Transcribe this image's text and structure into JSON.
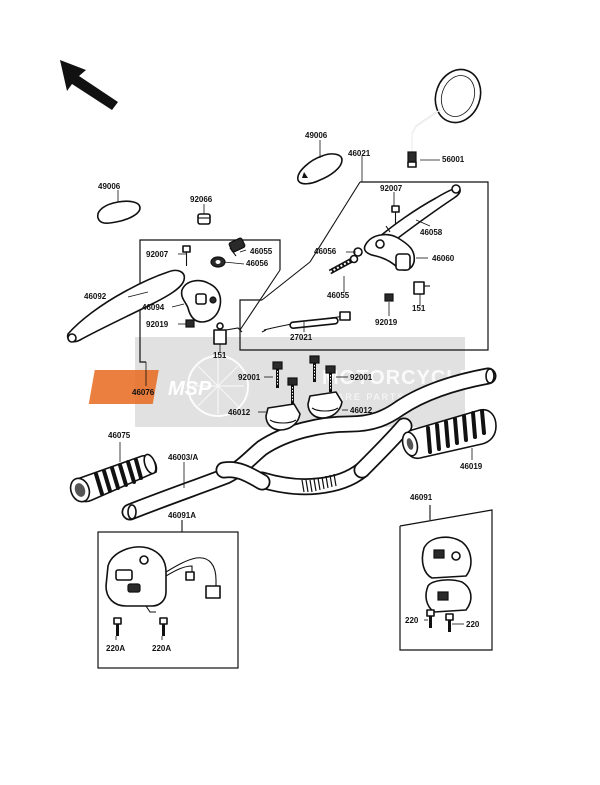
{
  "watermark": {
    "brand": "MSP",
    "title": "MOTORCYCLE",
    "subtitle": "SPARE PARTS"
  },
  "labels": {
    "p49006_top": "49006",
    "p46021": "46021",
    "p56001": "56001",
    "p49006_left": "49006",
    "p92066": "92066",
    "p92007_right": "92007",
    "p46058": "46058",
    "p92007_left": "92007",
    "p46055_left": "46055",
    "p46056_left": "46056",
    "p46056_right": "46056",
    "p46060": "46060",
    "p46092": "46092",
    "p46094": "46094",
    "p46055_right": "46055",
    "p92019_left": "92019",
    "p92019_right": "92019",
    "p151_right": "151",
    "p27021": "27021",
    "p151_left": "151",
    "p46076": "46076",
    "p92001_left": "92001",
    "p92001_right": "92001",
    "p46012_left": "46012",
    "p46012_right": "46012",
    "p46075": "46075",
    "p46003A": "46003/A",
    "p46019": "46019",
    "p46091": "46091",
    "p46091A": "46091A",
    "p220_left": "220",
    "p220_right": "220",
    "p220A_left": "220A",
    "p220A_right": "220A"
  }
}
